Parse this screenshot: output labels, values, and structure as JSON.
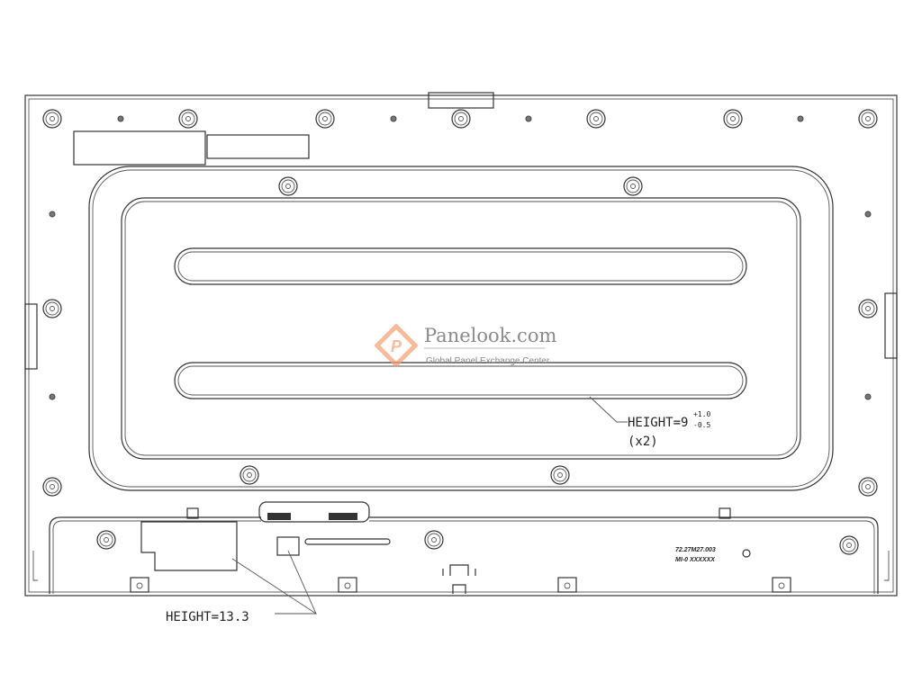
{
  "annotations": {
    "height_main": "HEIGHT=9",
    "height_tol_plus": "+1.0",
    "height_tol_minus": "-0.5",
    "height_qty": "(x2)",
    "height_bottom": "HEIGHT=13.3"
  },
  "part_label": {
    "line1": "72.27M27.003",
    "line2": "MI-0 XXXXXX"
  },
  "watermark": {
    "title": "Panelook.com",
    "subtitle": "Global Panel Exchange Center",
    "color": "#f0a070"
  }
}
